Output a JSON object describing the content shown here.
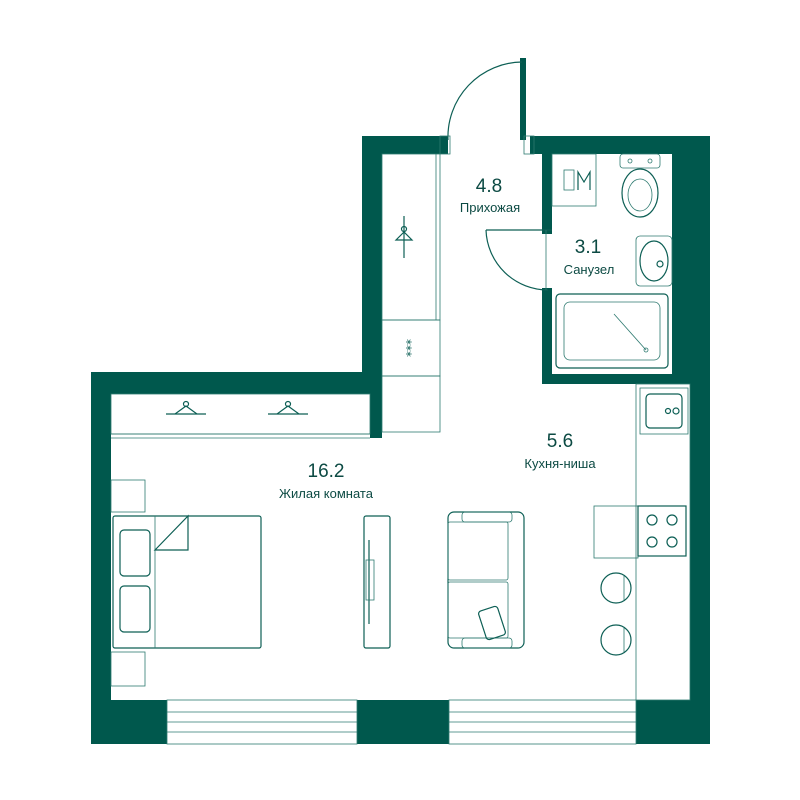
{
  "colors": {
    "wall": "#00584d",
    "line": "#0d5f55",
    "text": "#0c4a43",
    "background": "#ffffff"
  },
  "rooms": {
    "hallway": {
      "area": "4.8",
      "name": "Прихожая"
    },
    "bathroom": {
      "area": "3.1",
      "name": "Санузел"
    },
    "kitchen": {
      "area": "5.6",
      "name": "Кухня-ниша"
    },
    "living": {
      "area": "16.2",
      "name": "Жилая комната"
    }
  },
  "icons": {
    "freezer_mark": "***",
    "hanger": "hanger-icon",
    "toilet": "toilet-icon",
    "sink": "sink-icon",
    "bathtub": "bathtub-icon",
    "stove": "stove-icon",
    "bed": "bed-icon",
    "sofa": "sofa-icon"
  }
}
